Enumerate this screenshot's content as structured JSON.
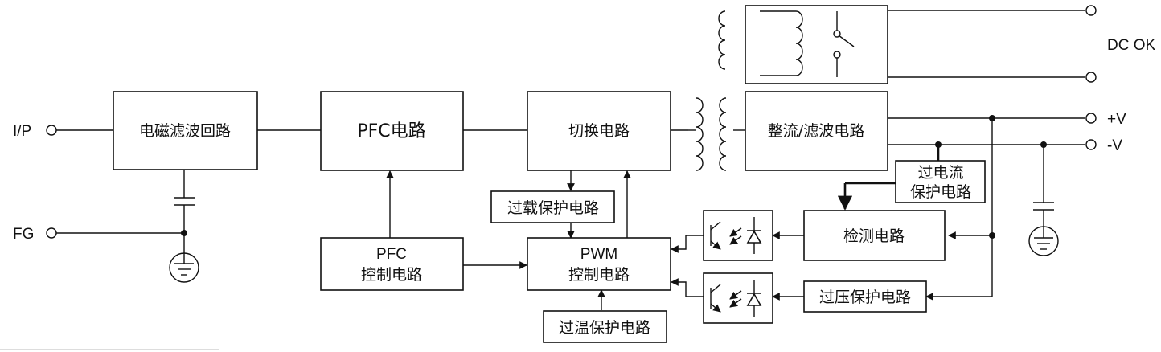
{
  "blocks": {
    "emi_filter": "电磁滤波回路",
    "pfc_circuit": "PFC电路",
    "switching": "切换电路",
    "rectifier_filter": "整流/滤波电路",
    "overload_protection": "过载保护电路",
    "pfc_control": [
      "PFC",
      "控制电路"
    ],
    "pwm_control": [
      "PWM",
      "控制电路"
    ],
    "over_temp_protection": "过温保护电路",
    "detection": "检测电路",
    "over_voltage_protection": "过压保护电路",
    "over_current_protection": [
      "过电流",
      "保护电路"
    ]
  },
  "terminals": {
    "input": "I/P",
    "frame_ground": "FG",
    "positive_out": "+V",
    "negative_out": "-V",
    "dc_ok": "DC OK"
  }
}
